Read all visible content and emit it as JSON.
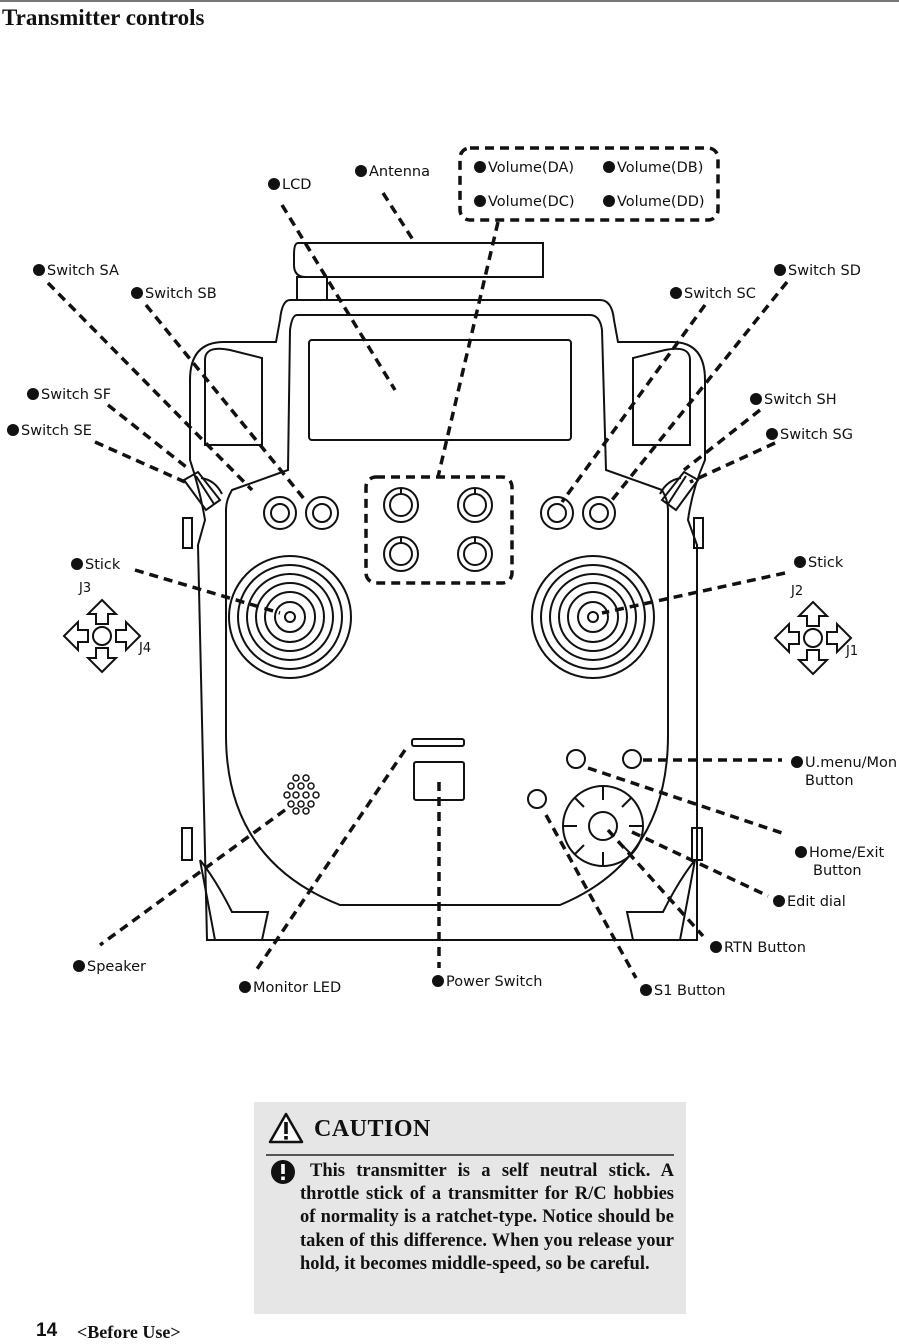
{
  "header": {
    "title": "Transmitter controls"
  },
  "labels": {
    "lcd": "LCD",
    "antenna": "Antenna",
    "volume_da": "Volume(DA)",
    "volume_db": "Volume(DB)",
    "volume_dc": "Volume(DC)",
    "volume_dd": "Volume(DD)",
    "switch_sa": "Switch SA",
    "switch_sb": "Switch SB",
    "switch_sc": "Switch SC",
    "switch_sd": "Switch SD",
    "switch_sf": "Switch SF",
    "switch_se": "Switch SE",
    "switch_sh": "Switch SH",
    "switch_sg": "Switch SG",
    "stick_left": "Stick",
    "stick_right": "Stick",
    "umenu_line1": "U.menu/Mon",
    "umenu_line2": "Button",
    "home_line1": "Home/Exit",
    "home_line2": "Button",
    "edit_dial": "Edit dial",
    "rtn_button": "RTN Button",
    "s1_button": "S1 Button",
    "speaker": "Speaker",
    "monitor_led": "Monitor LED",
    "power_switch": "Power Switch"
  },
  "sticks": {
    "j3": "J3",
    "j4": "J4",
    "j2": "J2",
    "j1": "J1"
  },
  "caution": {
    "title": "CAUTION",
    "text": "This transmitter is a self neutral stick. A throttle stick of a transmitter for R/C hobbies of normality is a ratchet-type. Notice should be taken of this difference. When you release your hold, it becomes middle-speed, so be careful."
  },
  "footer": {
    "page_number": "14",
    "section": "<Before Use>"
  }
}
